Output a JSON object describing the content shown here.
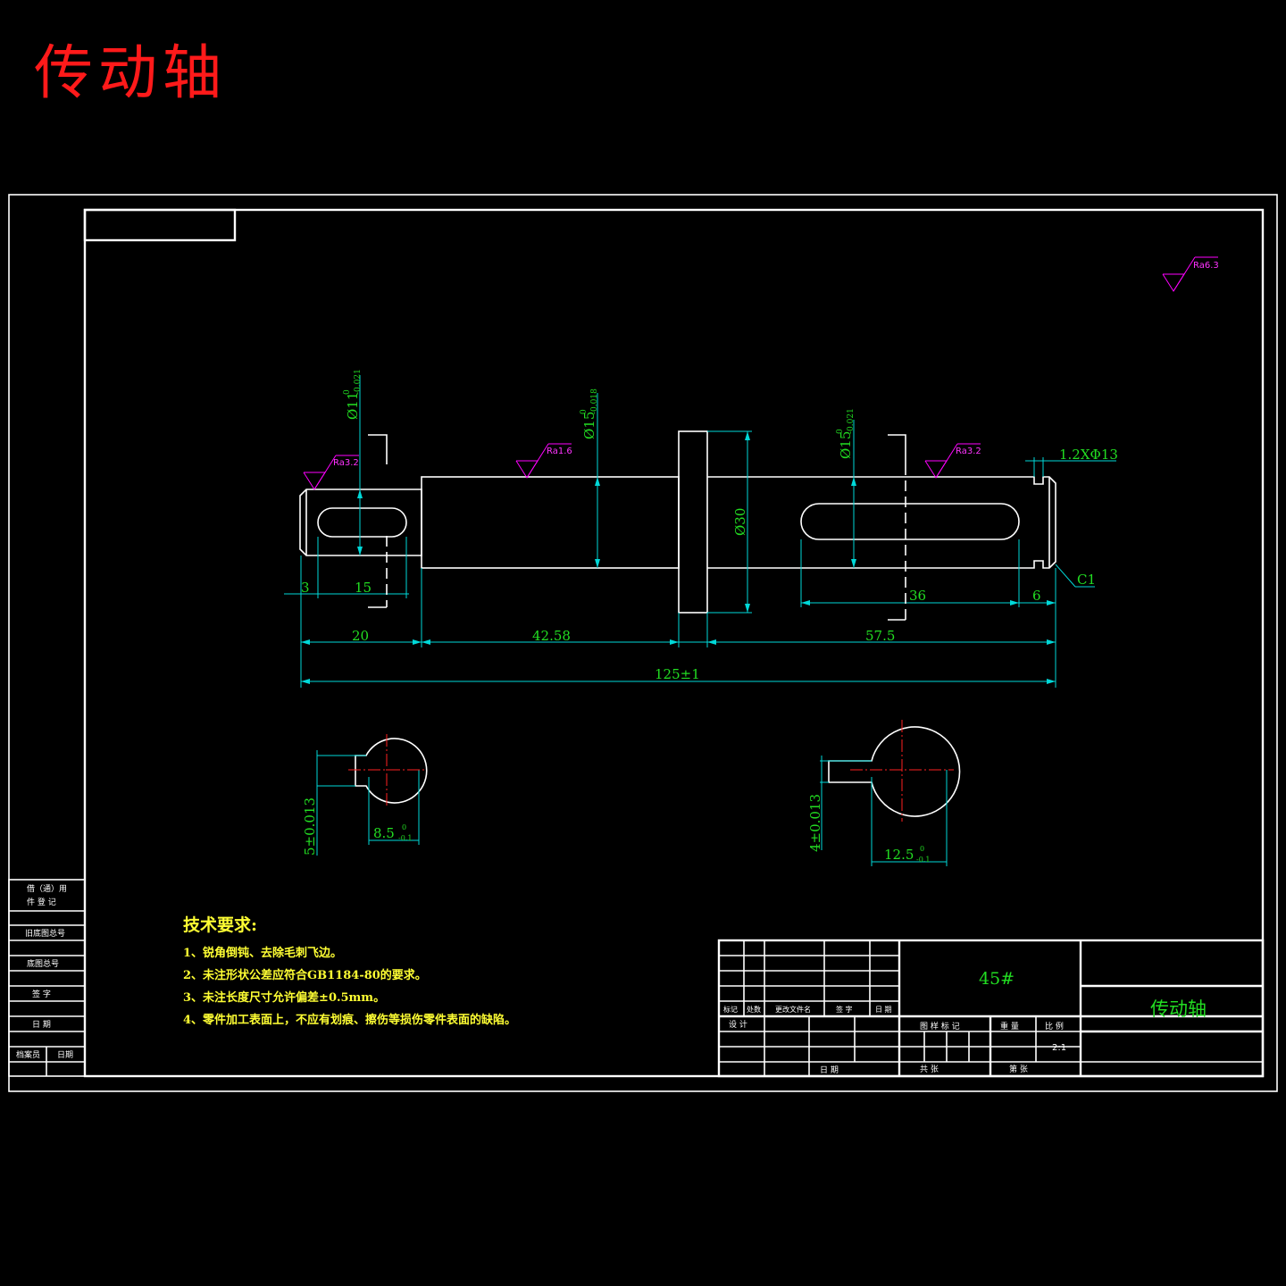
{
  "heading": "传动轴",
  "dimensions": {
    "d_left": "Ø11",
    "d_left_tol_up": "0",
    "d_left_tol_low": "-0.021",
    "d_mid": "Ø15",
    "d_mid_tol_up": "0",
    "d_mid_tol_low": "-0.018",
    "d_right": "Ø15",
    "d_right_tol_up": "0",
    "d_right_tol_low": "-0.021",
    "d_collar": "Ø30",
    "groove": "1.2XΦ13",
    "chamfer": "C1",
    "len_3": "3",
    "len_15": "15",
    "len_20": "20",
    "len_42": "42.58",
    "len_57": "57.5",
    "len_36": "36",
    "len_6": "6",
    "len_total": "125±1"
  },
  "roughness": {
    "left": "Ra3.2",
    "mid": "Ra1.6",
    "right": "Ra3.2",
    "general": "Ra6.3"
  },
  "sections": {
    "left_key_width": "5±0.013",
    "left_depth": "8.5",
    "left_depth_tol_up": "0",
    "left_depth_tol_low": "-0.1",
    "right_key_width": "4±0.013",
    "right_depth": "12.5",
    "right_depth_tol_up": "0",
    "right_depth_tol_low": "-0.1"
  },
  "tech": {
    "title": "技术要求:",
    "items": [
      "1、锐角倒钝、去除毛刺飞边。",
      "2、未注形状公差应符合GB1184-80的要求。",
      "3、未注长度尺寸允许偏差±0.5mm。",
      "4、零件加工表面上，不应有划痕、擦伤等损伤零件表面的缺陷。"
    ]
  },
  "side_table": [
    "借（通）用",
    "件 登 记",
    "旧底图总号",
    "底图总号",
    "签  字",
    "日  期",
    "档案员",
    "日期"
  ],
  "title_block": {
    "material": "45#",
    "part_name": "传动轴",
    "scale": "2:1",
    "rev_headers": [
      "标记",
      "处数",
      "更改文件名",
      "签  字",
      "日  期"
    ],
    "design": "设 计",
    "date": "日 期",
    "stage_mark": "图 样 标 记",
    "weight": "重 量",
    "ratio": "比 例",
    "total_sheets": "共      张",
    "sheet_no": "第      张"
  }
}
